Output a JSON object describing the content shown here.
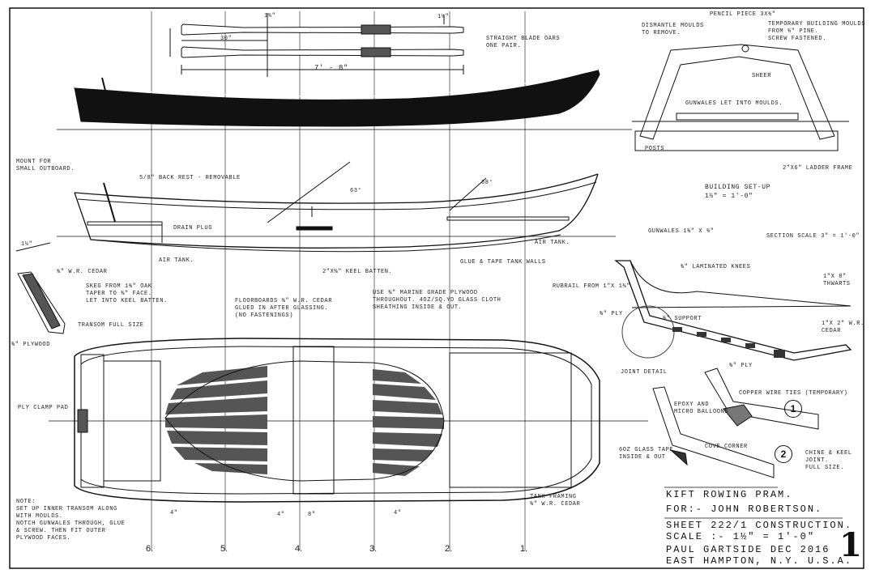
{
  "labels": {
    "oars_dim_top": "1¾\"",
    "oars_dim_right": "1¼\"",
    "oars_dim_left": "30\"",
    "oars_len": "7' - 8\"",
    "oars_note": "Straight blade oars\none pair.",
    "mount_outboard": "Mount for\nsmall outboard.",
    "back_rest": "5/8\" back rest - removable",
    "drain_plug": "Drain plug",
    "air_tank_aft": "Air tank.",
    "air_tank_fwd": "Air tank.",
    "angle_aft": "63°",
    "angle_fwd": "68°",
    "keel_batten": "2\"x⅝\" Keel batten.",
    "tank_walls": "Glue & tape tank walls",
    "dim_14": "1¼\"",
    "transom_gear": "⅜\" W.R. Cedar",
    "transom_ply": "⅜\" Plywood",
    "transom_full": "Transom full size",
    "skeg": "Skeg from 1⅜\" oak\ntaper to ⅜\" face.\nLet into keel batten.",
    "floorboards": "Floorboards ⅜\" W.R. cedar\nglued in after glassing.\n(No fastenings)",
    "plywood": "Use ⅜\" marine grade plywood\nthroughout. 4oz/sq.yd glass cloth\nsheathing inside & out.",
    "ply_clamp": "Ply clamp pad",
    "note": "Note:\nSet up inner transom along\nwith moulds.\nNotch gunwales through, glue\n& screw. Then fit outer\nplywood faces.",
    "tank_framing": "Tank framing\n⅜\" W.R. cedar",
    "dim_4a": "4\"",
    "dim_4b": "4\"",
    "dim_8": "8\"",
    "dim_4c": "4\"",
    "dismantle": "Dismantle moulds\nto remove.",
    "pencil_piece": "Pencil piece 3x¾\"",
    "temp_moulds": "Temporary building moulds\nfrom ¾\" pine.\nscrew fastened.",
    "sheer": "Sheer",
    "gunwales_let": "Gunwales let into moulds.",
    "posts": "Posts",
    "ladder_frame": "2\"x6\" ladder frame",
    "building_setup": "Building set-up\n1½\" = 1'-0\"",
    "gunwales_size": "Gunwales 1⅜\" x ¾\"",
    "section_scale": "Section scale 3\" = 1'-0\"",
    "laminated_knees": "⅜\" laminated knees",
    "rubrail": "Rubrail from 1\"x 1⅜\"",
    "thwarts": "1\"x 8\" thwarts",
    "ply_label": "⅜\" ply",
    "support": "⅜\" Support",
    "wr_cedar": "1\"x 2\" W.R. Cedar",
    "ply_38": "⅜\" ply",
    "joint_detail": "Joint detail",
    "epoxy": "Epoxy and\nmicro balloons",
    "copper_ties": "Copper wire ties    (temporary)",
    "glass_tape": "6oz glass tape\ninside & out",
    "cove_corner": "Cove corner",
    "chine_joint": "Chine & keel\njoint.\nFull size.",
    "detail_1": "1",
    "detail_2": "2"
  },
  "stations": [
    "6.",
    "5.",
    "4.",
    "3.",
    "2.",
    "1."
  ],
  "title_block": {
    "name": "Kift Rowing Pram.",
    "for": "For:- John Robertson.",
    "sheet": "Sheet 222/1 Construction.",
    "scale": "Scale :- 1½\" = 1'-0\"",
    "designer": "Paul Gartside  Dec 2016",
    "location": "East Hampton, N.Y. U.S.A.",
    "sheet_no": "1"
  }
}
